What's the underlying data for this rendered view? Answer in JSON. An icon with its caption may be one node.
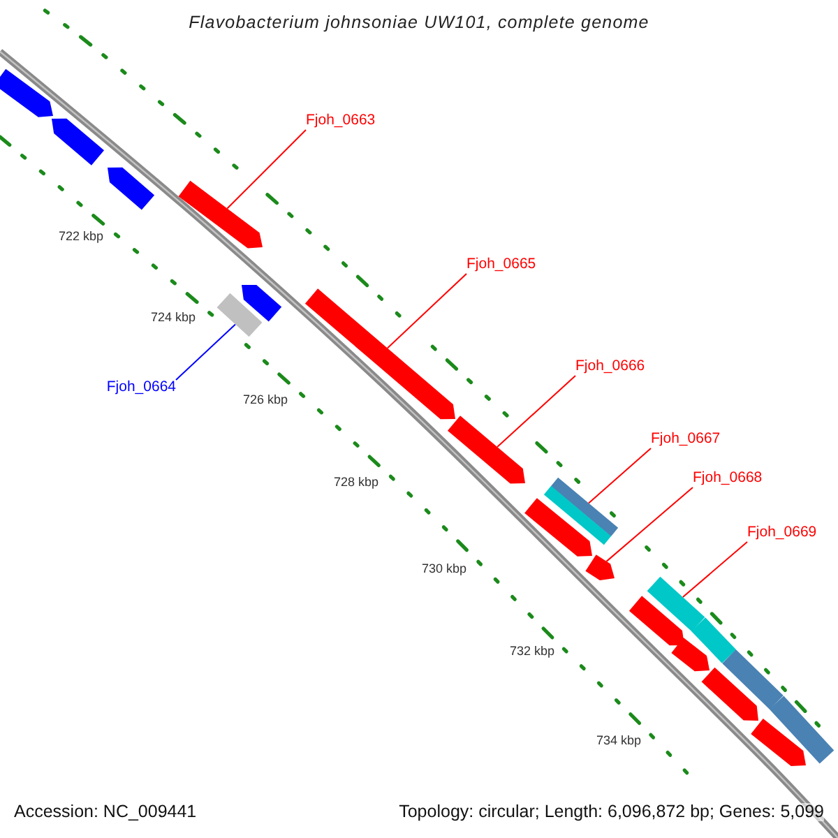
{
  "diagram": {
    "title": "Flavobacterium johnsoniae UW101, complete genome",
    "nodes": [
      {
        "text": [
          "Fjoh_0663"
        ]
      },
      {
        "text": [],
        "shape": "arrow"
      },
      {
        "text": [
          "Fjoh_0664"
        ]
      },
      {
        "text": [],
        "shape": "bar"
      },
      {
        "text": [
          "Fjoh_0665"
        ]
      },
      {
        "text": [],
        "shape": "arrow"
      },
      {
        "text": [
          "Fjoh_0666"
        ]
      },
      {
        "text": [],
        "shape": "arrow"
      },
      {
        "text": [
          "Fjoh_0667"
        ]
      },
      {
        "text": [],
        "shape": "bar"
      },
      {
        "text": [
          "Fjoh_0668"
        ]
      },
      {
        "text": [],
        "shape": "arrow"
      },
      {
        "text": [
          "Fjoh_0669"
        ]
      },
      {
        "text": [],
        "shape": "bar"
      },
      {
        "text": [],
        "shape": "arrow"
      },
      {
        "text": [],
        "shape": "arrow"
      },
      {
        "text": [],
        "shape": "arrow"
      },
      {
        "text": [],
        "shape": "arrow"
      },
      {
        "text": [],
        "shape": "arrow"
      },
      {
        "text": [],
        "shape": "arrow"
      },
      {
        "text": [],
        "shape": "arrow"
      },
      {
        "text": [],
        "shape": "arrow"
      },
      {
        "text": [],
        "shape": "arrow"
      },
      {
        "text": [],
        "shape": "bar"
      },
      {
        "text": [],
        "shape": "bar"
      },
      {
        "text": [],
        "shape": "bar"
      },
      {
        "text": [],
        "shape": "bar"
      }
    ],
    "edges": [
      {
        "from": 0,
        "to": 1,
        "arrow": "none"
      },
      {
        "from": 2,
        "to": 3,
        "arrow": "none",
        "color": "#0000ff"
      },
      {
        "from": 4,
        "to": 5,
        "arrow": "none"
      },
      {
        "from": 6,
        "to": 7,
        "arrow": "none"
      },
      {
        "from": 8,
        "to": 9,
        "arrow": "none"
      },
      {
        "from": 10,
        "to": 11,
        "arrow": "none"
      },
      {
        "from": 12,
        "to": 13,
        "arrow": "none"
      }
    ],
    "labels": [
      "722 kbp",
      "724 kbp",
      "726 kbp",
      "728 kbp",
      "730 kbp",
      "732 kbp",
      "734 kbp",
      "Accession: NC_009441",
      "Topology: circular; Length: 6,096,872 bp; Genes: 5,099"
    ]
  }
}
